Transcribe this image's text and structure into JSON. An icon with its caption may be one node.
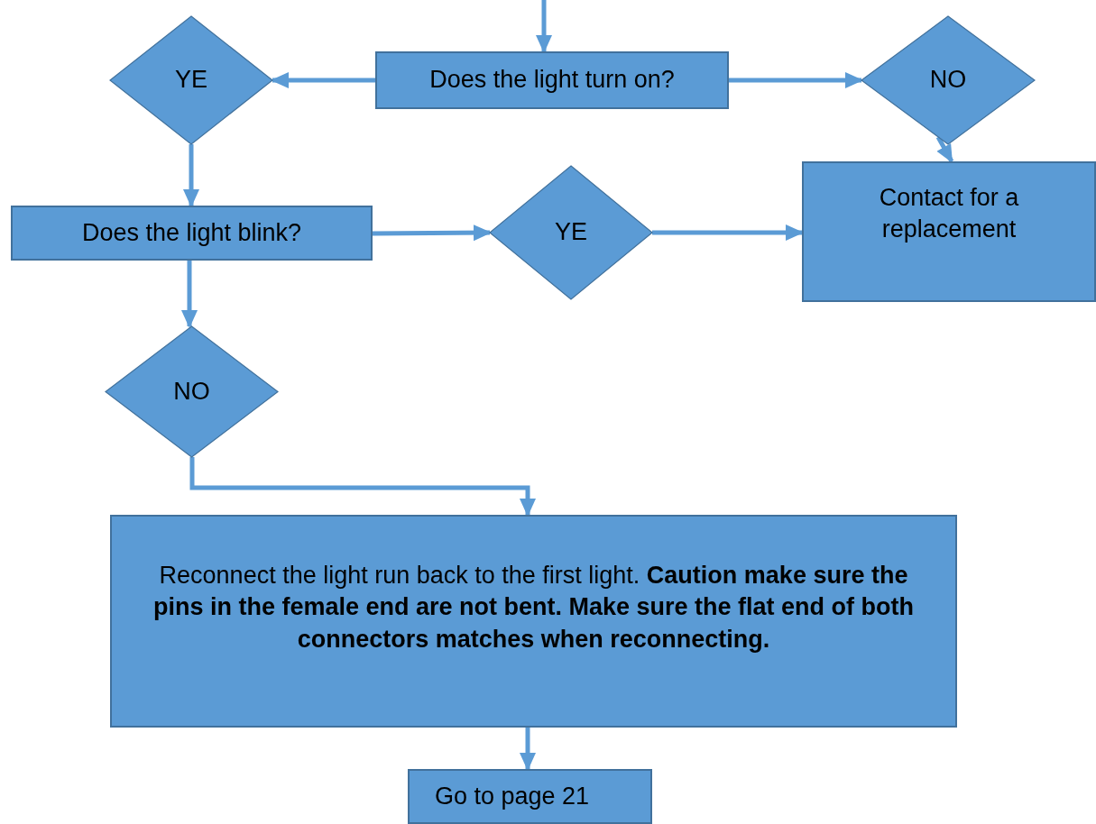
{
  "diagram": {
    "nodes": [
      {
        "text": [
          "Does the light turn on?"
        ]
      },
      {
        "text": [
          "YE"
        ]
      },
      {
        "text": [
          "NO"
        ]
      },
      {
        "text": [
          "Contact for a replacement"
        ]
      },
      {
        "text": [
          "Does the light blink?"
        ]
      },
      {
        "text": [
          "YE"
        ]
      },
      {
        "text": [
          "NO"
        ]
      },
      {
        "text": [
          "Reconnect the light run back to the first light. **Caution make sure the pins in the female end are not bent. Make sure the flat end of both connectors matches when reconnecting.**"
        ]
      },
      {
        "text": [
          "Go to page 21"
        ]
      }
    ],
    "edges": [
      {
        "from": null,
        "to": 0,
        "arrow": "to"
      },
      {
        "from": 0,
        "to": 1,
        "arrow": "to"
      },
      {
        "from": 0,
        "to": 2,
        "arrow": "to"
      },
      {
        "from": 2,
        "to": 3,
        "arrow": "to"
      },
      {
        "from": 1,
        "to": 4,
        "arrow": "to"
      },
      {
        "from": 4,
        "to": 5,
        "arrow": "to"
      },
      {
        "from": 5,
        "to": 3,
        "arrow": "to"
      },
      {
        "from": 4,
        "to": 6,
        "arrow": "to"
      },
      {
        "from": 6,
        "to": 7,
        "arrow": "to"
      },
      {
        "from": 7,
        "to": 8,
        "arrow": "to"
      }
    ]
  }
}
